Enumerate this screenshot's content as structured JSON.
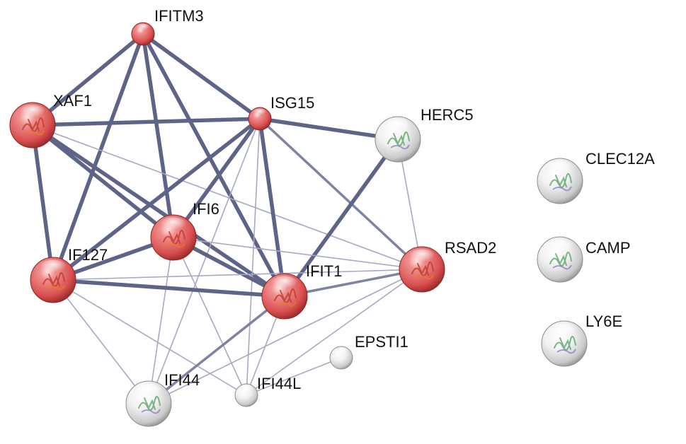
{
  "network": {
    "nodes": [
      {
        "id": "IFITM3",
        "label": "IFITM3",
        "color": "red"
      },
      {
        "id": "XAF1",
        "label": "XAF1",
        "color": "red"
      },
      {
        "id": "ISG15",
        "label": "ISG15",
        "color": "red"
      },
      {
        "id": "HERC5",
        "label": "HERC5",
        "color": "white"
      },
      {
        "id": "IFI6",
        "label": "IFI6",
        "color": "red"
      },
      {
        "id": "IF127",
        "label": "IF127",
        "color": "red"
      },
      {
        "id": "IFIT1",
        "label": "IFIT1",
        "color": "red"
      },
      {
        "id": "RSAD2",
        "label": "RSAD2",
        "color": "red"
      },
      {
        "id": "EPSTI1",
        "label": "EPSTI1",
        "color": "white"
      },
      {
        "id": "IFI44",
        "label": "IFI44",
        "color": "white"
      },
      {
        "id": "IFI44L",
        "label": "IFI44L",
        "color": "white"
      },
      {
        "id": "CLEC12A",
        "label": "CLEC12A",
        "color": "white"
      },
      {
        "id": "CAMP",
        "label": "CAMP",
        "color": "white"
      },
      {
        "id": "LY6E",
        "label": "LY6E",
        "color": "white"
      }
    ],
    "edges": [
      {
        "a": "IFITM3",
        "b": "XAF1",
        "w": "thick"
      },
      {
        "a": "IFITM3",
        "b": "ISG15",
        "w": "thick"
      },
      {
        "a": "IFITM3",
        "b": "IFI6",
        "w": "thick"
      },
      {
        "a": "IFITM3",
        "b": "IF127",
        "w": "thick"
      },
      {
        "a": "IFITM3",
        "b": "IFIT1",
        "w": "thick"
      },
      {
        "a": "XAF1",
        "b": "ISG15",
        "w": "thick"
      },
      {
        "a": "XAF1",
        "b": "IFI6",
        "w": "thick"
      },
      {
        "a": "XAF1",
        "b": "IF127",
        "w": "thick"
      },
      {
        "a": "XAF1",
        "b": "IFIT1",
        "w": "thick"
      },
      {
        "a": "XAF1",
        "b": "RSAD2",
        "w": "thin"
      },
      {
        "a": "ISG15",
        "b": "HERC5",
        "w": "thick"
      },
      {
        "a": "ISG15",
        "b": "IFI6",
        "w": "thick"
      },
      {
        "a": "ISG15",
        "b": "IF127",
        "w": "thick"
      },
      {
        "a": "ISG15",
        "b": "IFIT1",
        "w": "thick"
      },
      {
        "a": "ISG15",
        "b": "RSAD2",
        "w": "medium"
      },
      {
        "a": "ISG15",
        "b": "IFI44",
        "w": "thin"
      },
      {
        "a": "ISG15",
        "b": "IFI44L",
        "w": "thin"
      },
      {
        "a": "HERC5",
        "b": "IFIT1",
        "w": "thick"
      },
      {
        "a": "HERC5",
        "b": "RSAD2",
        "w": "thin"
      },
      {
        "a": "IFI6",
        "b": "IF127",
        "w": "thick"
      },
      {
        "a": "IFI6",
        "b": "IFIT1",
        "w": "thick"
      },
      {
        "a": "IFI6",
        "b": "RSAD2",
        "w": "thin"
      },
      {
        "a": "IFI6",
        "b": "IFI44",
        "w": "thin"
      },
      {
        "a": "IFI6",
        "b": "IFI44L",
        "w": "thin"
      },
      {
        "a": "IF127",
        "b": "IFIT1",
        "w": "thick"
      },
      {
        "a": "IF127",
        "b": "RSAD2",
        "w": "thin"
      },
      {
        "a": "IF127",
        "b": "IFI44",
        "w": "thin"
      },
      {
        "a": "IF127",
        "b": "IFI44L",
        "w": "thin"
      },
      {
        "a": "IFIT1",
        "b": "RSAD2",
        "w": "medium"
      },
      {
        "a": "IFIT1",
        "b": "IFI44",
        "w": "medium"
      },
      {
        "a": "IFIT1",
        "b": "IFI44L",
        "w": "thin"
      },
      {
        "a": "RSAD2",
        "b": "IFI44",
        "w": "thin"
      },
      {
        "a": "RSAD2",
        "b": "IFI44L",
        "w": "thin"
      },
      {
        "a": "EPSTI1",
        "b": "IFI44L",
        "w": "thin"
      }
    ]
  }
}
